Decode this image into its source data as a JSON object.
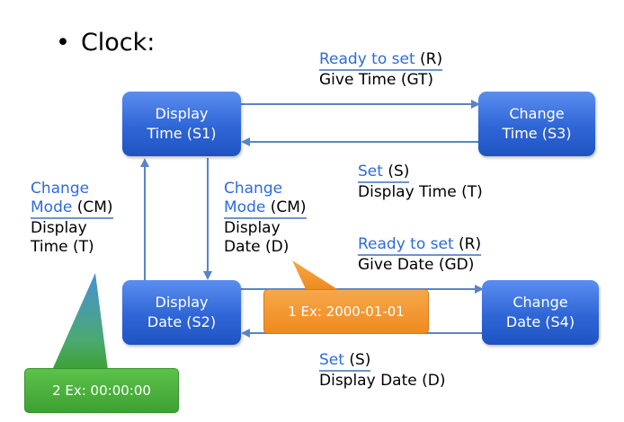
{
  "heading": {
    "bullet": "•",
    "text": "Clock:"
  },
  "states": {
    "s1": {
      "line1": "Display",
      "line2": "Time (S1)"
    },
    "s2": {
      "line1": "Display",
      "line2": "Date (S2)"
    },
    "s3": {
      "line1": "Change",
      "line2": "Time (S3)"
    },
    "s4": {
      "line1": "Change",
      "line2": "Date (S4)"
    }
  },
  "transitions": {
    "s1_s3": {
      "event": "Ready to set",
      "event_code": " (R)",
      "action": "Give Time (GT)"
    },
    "s3_s1": {
      "event": "Set",
      "event_code": " (S)",
      "action": "Display Time (T)"
    },
    "s1_s2": {
      "event_l1": "Change",
      "event_l2": "Mode",
      "event_code": " (CM)",
      "action_l1": "Display",
      "action_l2": "Date (D)"
    },
    "s2_s1": {
      "event_l1": "Change",
      "event_l2": "Mode",
      "event_code": " (CM)",
      "action_l1": "Display",
      "action_l2": "Time (T)"
    },
    "s2_s4": {
      "event": "Ready to set",
      "event_code": " (R)",
      "action": "Give Date (GD)"
    },
    "s4_s2": {
      "event": "Set",
      "event_code": " (S)",
      "action": "Display Date (D)"
    }
  },
  "callouts": {
    "date_example": "1 Ex: 2000-01-01",
    "time_example": "2 Ex: 00:00:00"
  },
  "colors": {
    "state_fill": "#2f66d6",
    "event_text": "#2e6bdb",
    "arrow": "#5b84c4",
    "orange_callout": "#ef8a1e",
    "green_callout": "#3da132"
  }
}
